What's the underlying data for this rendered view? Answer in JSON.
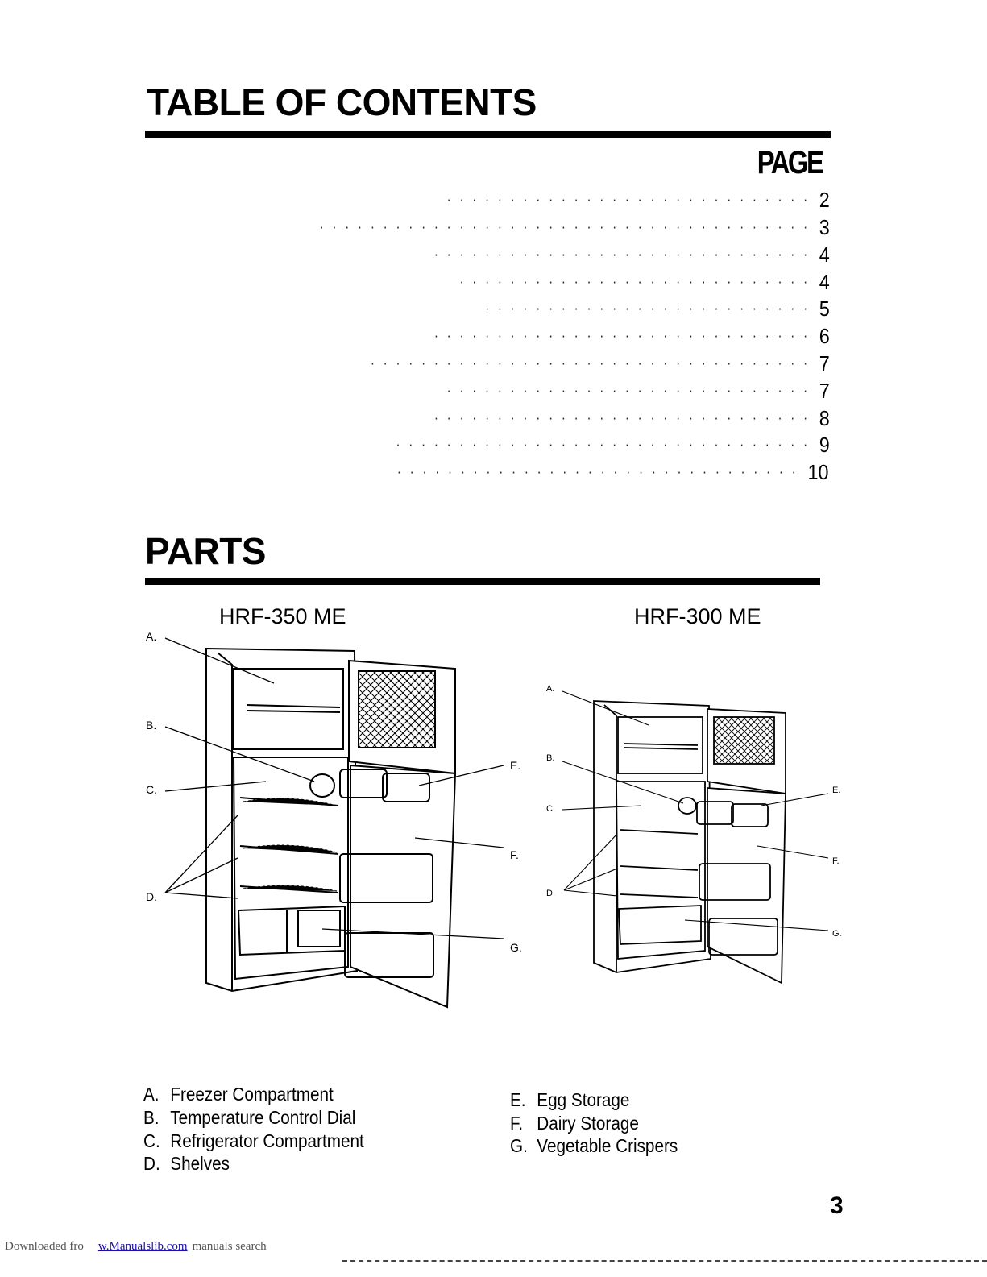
{
  "toc": {
    "title": "TABLE OF CONTENTS",
    "page_label": "PAGE",
    "entries": [
      {
        "page": "2"
      },
      {
        "page": "3"
      },
      {
        "page": "4"
      },
      {
        "page": "4"
      },
      {
        "page": "5"
      },
      {
        "page": "6"
      },
      {
        "page": "7"
      },
      {
        "page": "7"
      },
      {
        "page": "8"
      },
      {
        "page": "9"
      },
      {
        "page": "10"
      }
    ]
  },
  "parts": {
    "title": "PARTS",
    "models": [
      "HRF-350 ME",
      "HRF-300 ME"
    ],
    "diagram_labels": [
      "A.",
      "B.",
      "C.",
      "D.",
      "E.",
      "F.",
      "G."
    ],
    "legend": [
      {
        "letter": "A.",
        "text": "Freezer Compartment"
      },
      {
        "letter": "B.",
        "text": "Temperature Control Dial"
      },
      {
        "letter": "C.",
        "text": "Refrigerator Compartment"
      },
      {
        "letter": "D.",
        "text": "Shelves"
      },
      {
        "letter": "E.",
        "text": "Egg Storage"
      },
      {
        "letter": "F.",
        "text": "Dairy Storage"
      },
      {
        "letter": "G.",
        "text": "Vegetable Crispers"
      }
    ]
  },
  "page_number": "3",
  "footer": {
    "prefix": "Downloaded fro",
    "link": "w.Manualslib.com",
    "suffix": "manuals search"
  }
}
